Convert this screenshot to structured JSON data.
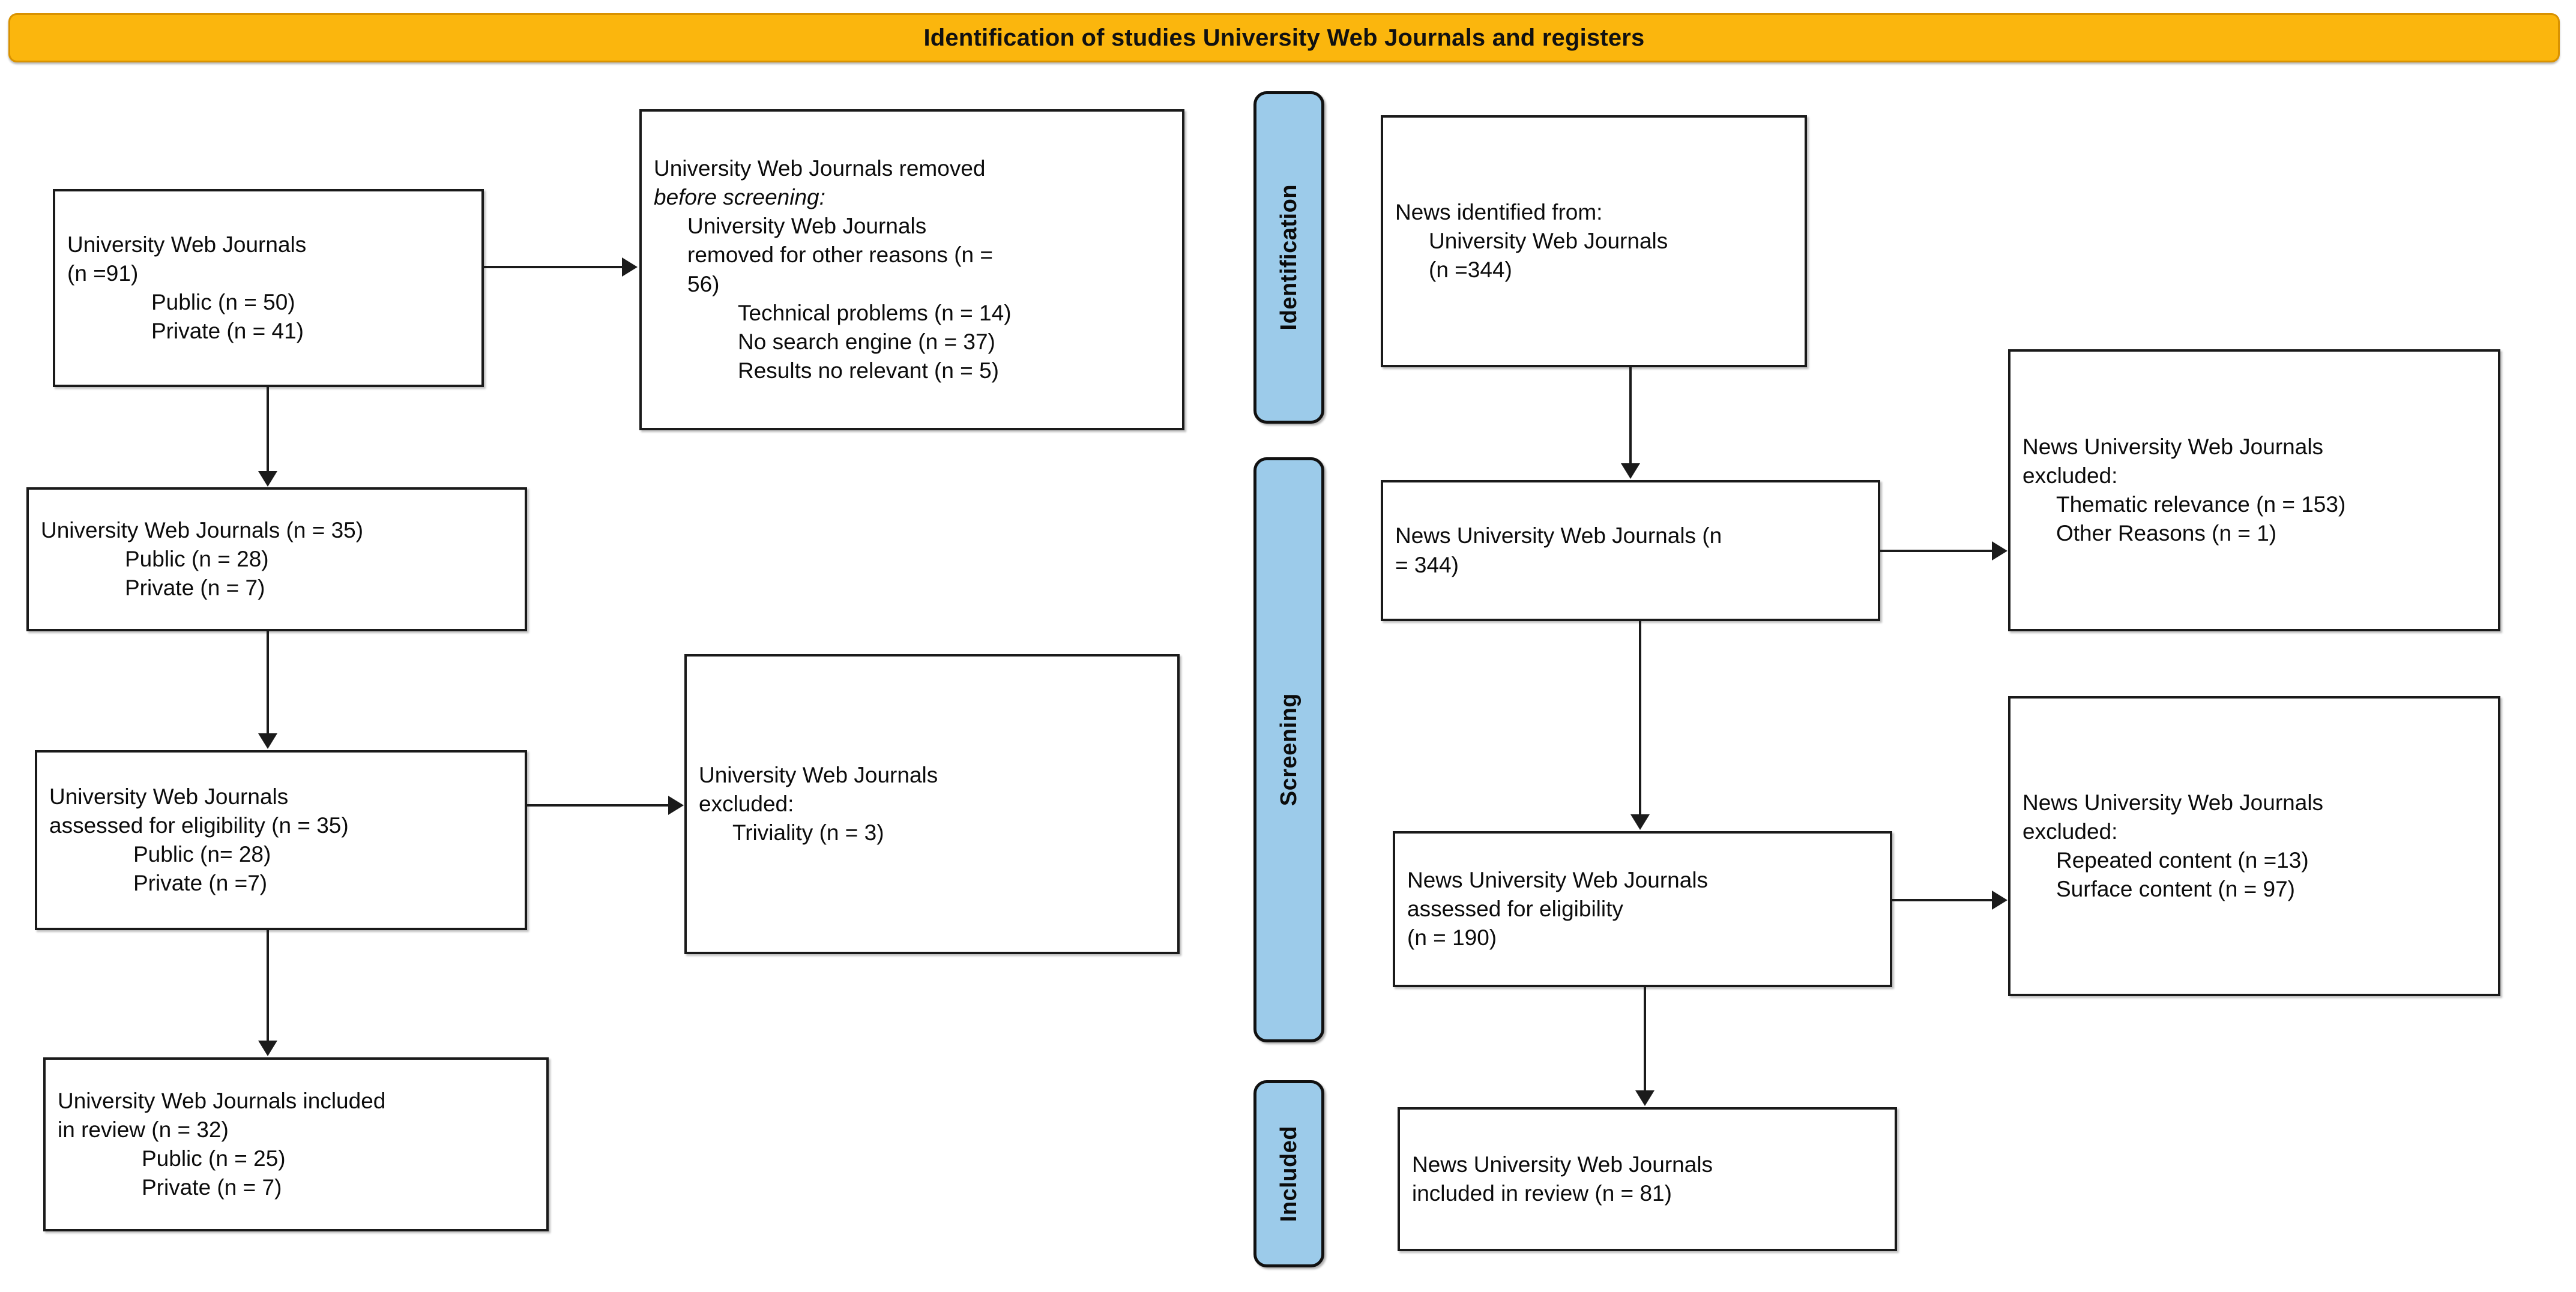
{
  "header": {
    "title": "Identification of studies University Web Journals and registers",
    "background_color": "#FBB60D",
    "border_color": "#D99200"
  },
  "stages": [
    {
      "label": "Identification"
    },
    {
      "label": "Screening"
    },
    {
      "label": "Included"
    }
  ],
  "stage_color": "#9CCBEA",
  "left_column": {
    "identified_box": {
      "l1": "University Web Journals",
      "l2": "(n =91)",
      "l3": "Public (n = 50)",
      "l4": "Private (n = 41)"
    },
    "removed_box": {
      "l1": "University Web Journals removed",
      "l2": "before screening:",
      "l3": "University Web Journals",
      "l4": "removed for other reasons (n =",
      "l5": "56)",
      "l6": "Technical problems (n = 14)",
      "l7": "No search engine (n = 37)",
      "l8": "Results no relevant (n = 5)"
    },
    "screened_box": {
      "l1": "University Web Journals (n = 35)",
      "l2": "Public (n = 28)",
      "l3": "Private (n = 7)"
    },
    "eligibility_box": {
      "l1": "University Web Journals",
      "l2": "assessed for eligibility (n = 35)",
      "l3": "Public (n= 28)",
      "l4": "Private (n =7)"
    },
    "excluded_box": {
      "l1": "University Web Journals",
      "l2": "excluded:",
      "l3": "Triviality (n = 3)"
    },
    "included_box": {
      "l1": "University Web Journals included",
      "l2": "in review (n = 32)",
      "l3": "Public (n = 25)",
      "l4": "Private (n = 7)"
    }
  },
  "right_column": {
    "identified_box": {
      "l1": "News identified from:",
      "l2": "University Web Journals",
      "l3": "(n =344)"
    },
    "screened_box": {
      "l1": "News University Web Journals (n",
      "l2": "= 344)"
    },
    "screened_excluded_box": {
      "l1": "News University Web Journals",
      "l2": "excluded:",
      "l3": "Thematic relevance (n = 153)",
      "l4": "Other Reasons (n = 1)"
    },
    "eligibility_box": {
      "l1": "News University Web Journals",
      "l2": "assessed for eligibility",
      "l3": "(n = 190)"
    },
    "eligibility_excluded_box": {
      "l1": "News University Web Journals",
      "l2": "excluded:",
      "l3": "Repeated content (n =13)",
      "l4": "Surface content (n = 97)"
    },
    "included_box": {
      "l1": "News University Web Journals",
      "l2": "included in review (n = 81)"
    }
  }
}
